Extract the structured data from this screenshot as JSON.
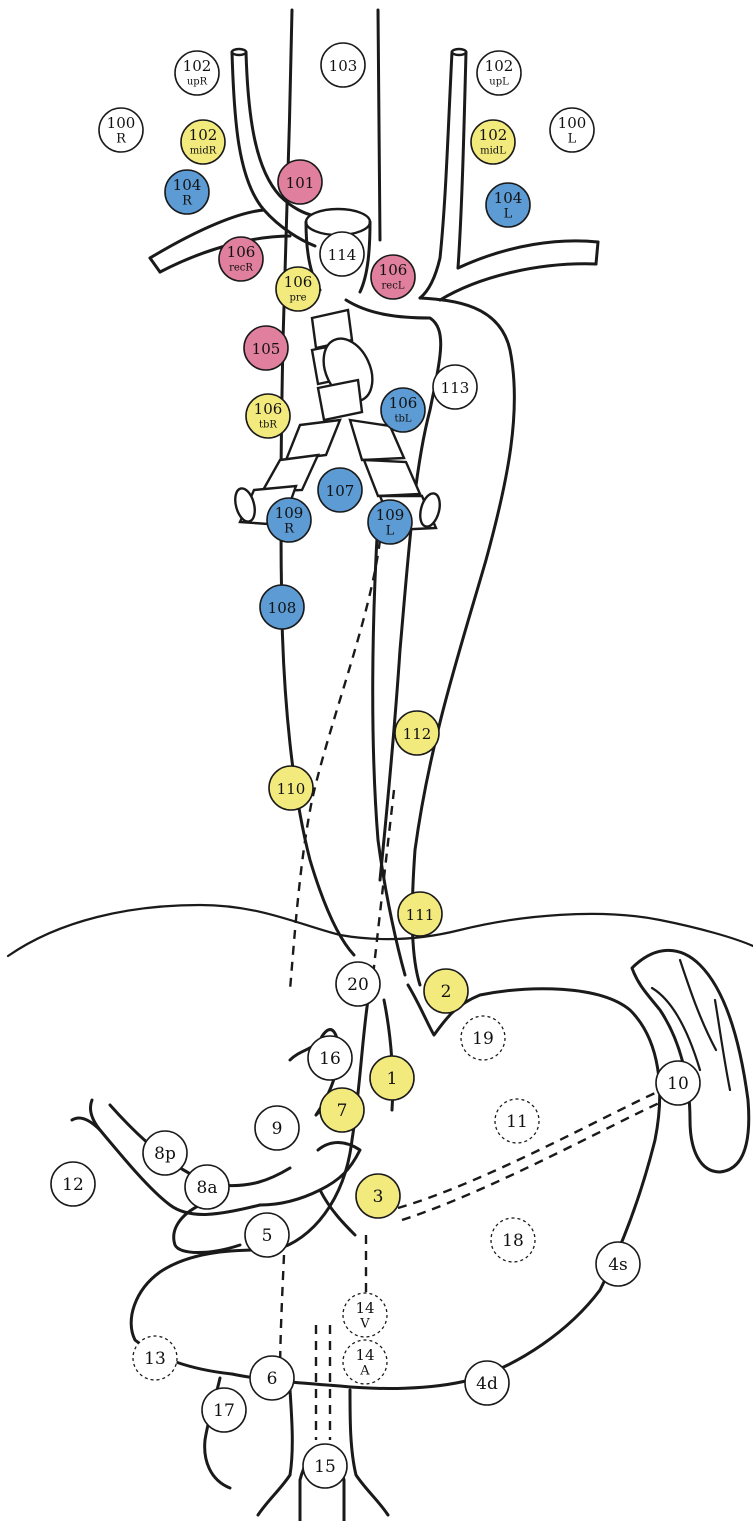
{
  "palette": {
    "white": "#ffffff",
    "yellow": "#f3ea7e",
    "pink": "#e07f9e",
    "blue": "#5c9bd3",
    "line": "#1a1a1a"
  },
  "nodes": [
    {
      "id": "103",
      "line1": "103",
      "line2": "",
      "color": "white"
    },
    {
      "id": "102upR",
      "line1": "102",
      "line2": "upR",
      "color": "white"
    },
    {
      "id": "102upL",
      "line1": "102",
      "line2": "upL",
      "color": "white"
    },
    {
      "id": "100R",
      "line1": "100",
      "line2": "R",
      "color": "white"
    },
    {
      "id": "100L",
      "line1": "100",
      "line2": "L",
      "color": "white"
    },
    {
      "id": "102midR",
      "line1": "102",
      "line2": "midR",
      "color": "yellow"
    },
    {
      "id": "102midL",
      "line1": "102",
      "line2": "midL",
      "color": "yellow"
    },
    {
      "id": "101",
      "line1": "101",
      "line2": "",
      "color": "pink"
    },
    {
      "id": "104R",
      "line1": "104",
      "line2": "R",
      "color": "blue"
    },
    {
      "id": "104L",
      "line1": "104",
      "line2": "L",
      "color": "blue"
    },
    {
      "id": "106recR",
      "line1": "106",
      "line2": "recR",
      "color": "pink"
    },
    {
      "id": "114",
      "line1": "114",
      "line2": "",
      "color": "white"
    },
    {
      "id": "106recL",
      "line1": "106",
      "line2": "recL",
      "color": "pink"
    },
    {
      "id": "106pre",
      "line1": "106",
      "line2": "pre",
      "color": "yellow"
    },
    {
      "id": "105",
      "line1": "105",
      "line2": "",
      "color": "pink"
    },
    {
      "id": "113",
      "line1": "113",
      "line2": "",
      "color": "white"
    },
    {
      "id": "106tbR",
      "line1": "106",
      "line2": "tbR",
      "color": "yellow"
    },
    {
      "id": "106tbL",
      "line1": "106",
      "line2": "tbL",
      "color": "blue"
    },
    {
      "id": "107",
      "line1": "107",
      "line2": "",
      "color": "blue"
    },
    {
      "id": "109R",
      "line1": "109",
      "line2": "R",
      "color": "blue"
    },
    {
      "id": "109L",
      "line1": "109",
      "line2": "L",
      "color": "blue"
    },
    {
      "id": "108",
      "line1": "108",
      "line2": "",
      "color": "blue"
    },
    {
      "id": "112",
      "line1": "112",
      "line2": "",
      "color": "yellow"
    },
    {
      "id": "110",
      "line1": "110",
      "line2": "",
      "color": "yellow"
    },
    {
      "id": "111",
      "line1": "111",
      "line2": "",
      "color": "yellow"
    },
    {
      "id": "20",
      "line1": "20",
      "line2": "",
      "color": "white"
    },
    {
      "id": "2",
      "line1": "2",
      "line2": "",
      "color": "yellow"
    },
    {
      "id": "19",
      "line1": "19",
      "line2": "",
      "color": "white",
      "dashed": true
    },
    {
      "id": "16",
      "line1": "16",
      "line2": "",
      "color": "white"
    },
    {
      "id": "1",
      "line1": "1",
      "line2": "",
      "color": "yellow"
    },
    {
      "id": "10",
      "line1": "10",
      "line2": "",
      "color": "white"
    },
    {
      "id": "7",
      "line1": "7",
      "line2": "",
      "color": "yellow"
    },
    {
      "id": "9",
      "line1": "9",
      "line2": "",
      "color": "white"
    },
    {
      "id": "11",
      "line1": "11",
      "line2": "",
      "color": "white",
      "dashed": true
    },
    {
      "id": "8p",
      "line1": "8p",
      "line2": "",
      "color": "white"
    },
    {
      "id": "12",
      "line1": "12",
      "line2": "",
      "color": "white"
    },
    {
      "id": "8a",
      "line1": "8a",
      "line2": "",
      "color": "white"
    },
    {
      "id": "3",
      "line1": "3",
      "line2": "",
      "color": "yellow"
    },
    {
      "id": "18",
      "line1": "18",
      "line2": "",
      "color": "white",
      "dashed": true
    },
    {
      "id": "5",
      "line1": "5",
      "line2": "",
      "color": "white"
    },
    {
      "id": "4s",
      "line1": "4s",
      "line2": "",
      "color": "white"
    },
    {
      "id": "14V",
      "line1": "14",
      "line2": "V",
      "color": "white",
      "dashed": true
    },
    {
      "id": "13",
      "line1": "13",
      "line2": "",
      "color": "white",
      "dashed": true
    },
    {
      "id": "14A",
      "line1": "14",
      "line2": "A",
      "color": "white",
      "dashed": true
    },
    {
      "id": "6",
      "line1": "6",
      "line2": "",
      "color": "white"
    },
    {
      "id": "4d",
      "line1": "4d",
      "line2": "",
      "color": "white"
    },
    {
      "id": "17",
      "line1": "17",
      "line2": "",
      "color": "white"
    },
    {
      "id": "15",
      "line1": "15",
      "line2": "",
      "color": "white"
    }
  ]
}
